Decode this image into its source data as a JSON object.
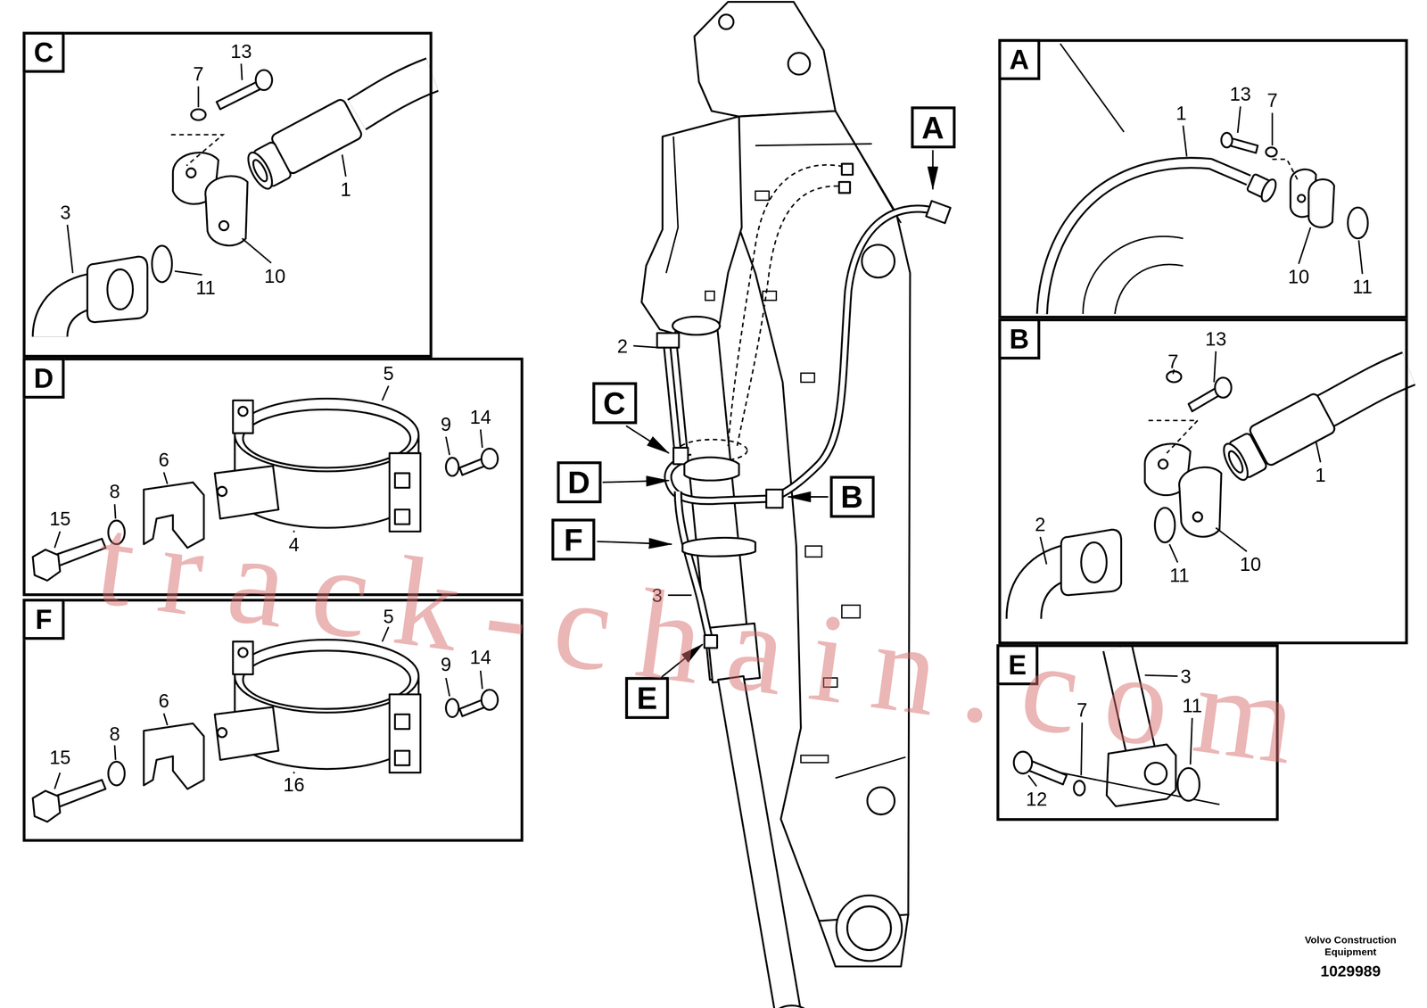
{
  "diagram": {
    "nodes": [
      {
        "text": [
          "C"
        ]
      },
      {
        "text": [
          "D"
        ]
      },
      {
        "text": [
          "F"
        ]
      },
      {
        "text": [
          "A"
        ]
      },
      {
        "text": [
          "C"
        ]
      },
      {
        "text": [
          "D"
        ]
      },
      {
        "text": [
          "B"
        ]
      },
      {
        "text": [
          "F"
        ]
      },
      {
        "text": [
          "E"
        ]
      },
      {
        "text": [
          "A"
        ]
      },
      {
        "text": [
          "B"
        ]
      },
      {
        "text": [
          "E"
        ]
      }
    ],
    "labels": [
      "13",
      "7",
      "1",
      "3",
      "11",
      "10",
      "5",
      "6",
      "9",
      "14",
      "8",
      "15",
      "4",
      "5",
      "6",
      "9",
      "14",
      "8",
      "15",
      "16",
      "2",
      "3",
      "13",
      "7",
      "1",
      "10",
      "11",
      "13",
      "7",
      "1",
      "2",
      "11",
      "10",
      "3",
      "7",
      "11",
      "12",
      "track-chain.com",
      "Volvo Construction Equipment",
      "1029989"
    ]
  }
}
